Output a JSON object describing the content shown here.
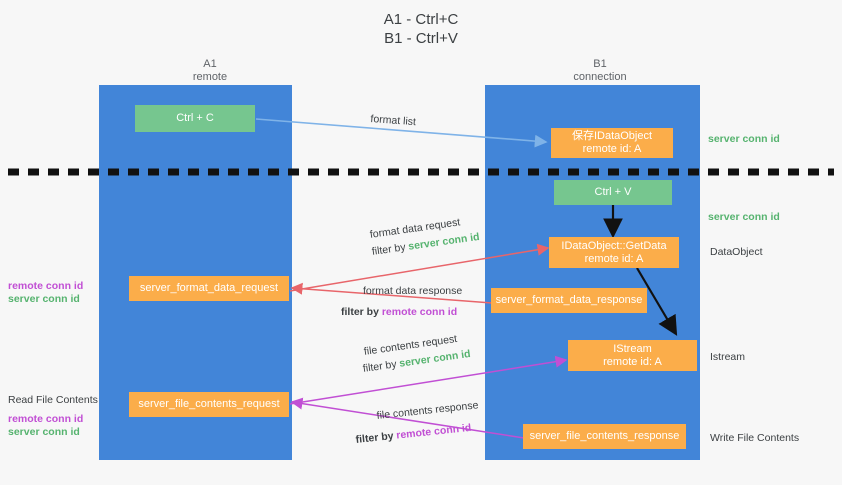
{
  "title": {
    "line1": "A1 - Ctrl+C",
    "line2": "B1 - Ctrl+V"
  },
  "colors": {
    "lane": "#4285d8",
    "green_node": "#76c68f",
    "orange_node": "#fbad4a",
    "server_conn_id": "#56b36f",
    "remote_conn_id": "#c14fd4",
    "blue_arrow": "#7fb3e8",
    "red_arrow": "#e8656a",
    "magenta_arrow": "#c14fd4",
    "black_arrow": "#000000",
    "background": "#f7f7f7"
  },
  "columns": [
    {
      "name": "A1",
      "sub": "remote"
    },
    {
      "name": "B1",
      "sub": "connection"
    }
  ],
  "nodes": {
    "ctrl_c": {
      "label": "Ctrl + C"
    },
    "ctrl_v": {
      "label": "Ctrl + V"
    },
    "save_dataobject": {
      "line1": "保存IDataObject",
      "line2": "remote id: A"
    },
    "getdata": {
      "line1": "IDataObject::GetData",
      "line2": "remote id: A"
    },
    "istream": {
      "line1": "IStream",
      "line2": "remote id: A"
    },
    "server_format_data_request": {
      "label": "server_format_data_request"
    },
    "server_format_data_response": {
      "label": "server_format_data_response"
    },
    "server_file_contents_request": {
      "label": "server_file_contents_request"
    },
    "server_file_contents_response": {
      "label": "server_file_contents_response"
    }
  },
  "edges": {
    "format_list": {
      "label": "format list"
    },
    "format_data_request": {
      "label": "format data request"
    },
    "format_data_request_filter_prefix": {
      "label": "filter by "
    },
    "format_data_request_filter_value": {
      "label": "server conn id"
    },
    "format_data_response": {
      "label": "format data response"
    },
    "format_data_response_filter_prefix": {
      "label": "filter by "
    },
    "format_data_response_filter_value": {
      "label": "remote conn id"
    },
    "file_contents_request": {
      "label": "file contents request"
    },
    "file_contents_request_filter_prefix": {
      "label": "filter by "
    },
    "file_contents_request_filter_value": {
      "label": "server conn id"
    },
    "file_contents_response": {
      "label": "file contents response"
    },
    "file_contents_response_filter_prefix": {
      "label": "filter by "
    },
    "file_contents_response_filter_value": {
      "label": "remote conn id"
    }
  },
  "annotations": {
    "right_server_conn_top": {
      "label": "server conn id"
    },
    "right_server_conn_mid": {
      "label": "server conn id"
    },
    "right_dataobject": {
      "label": "DataObject"
    },
    "right_istream": {
      "label": "Istream"
    },
    "right_write_file_contents": {
      "label": "Write File Contents"
    },
    "left_remote_conn_1": {
      "label": "remote conn id"
    },
    "left_server_conn_1": {
      "label": "server conn id"
    },
    "left_read_file_contents": {
      "label": "Read File Contents"
    },
    "left_remote_conn_2": {
      "label": "remote conn id"
    },
    "left_server_conn_2": {
      "label": "server conn id"
    }
  }
}
